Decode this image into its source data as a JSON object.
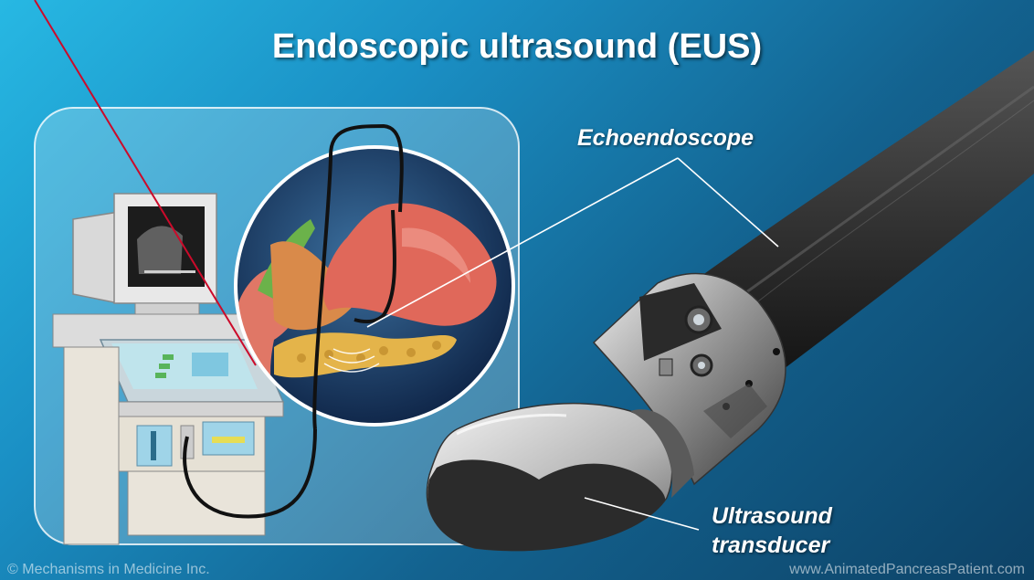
{
  "title": "Endoscopic ultrasound (EUS)",
  "labels": {
    "echoendoscope": "Echoendoscope",
    "transducer_line1": "Ultrasound",
    "transducer_line2": "transducer"
  },
  "footer": {
    "copyright": "© Mechanisms in Medicine Inc.",
    "website": "www.AnimatedPancreasPatient.com"
  },
  "colors": {
    "background_light": "#27b8e3",
    "background_dark": "#0d4266",
    "scope_body": "#111111",
    "stomach": "#e0685a",
    "pancreas": "#e4b44a",
    "annotation_line": "#cc0a2a"
  }
}
